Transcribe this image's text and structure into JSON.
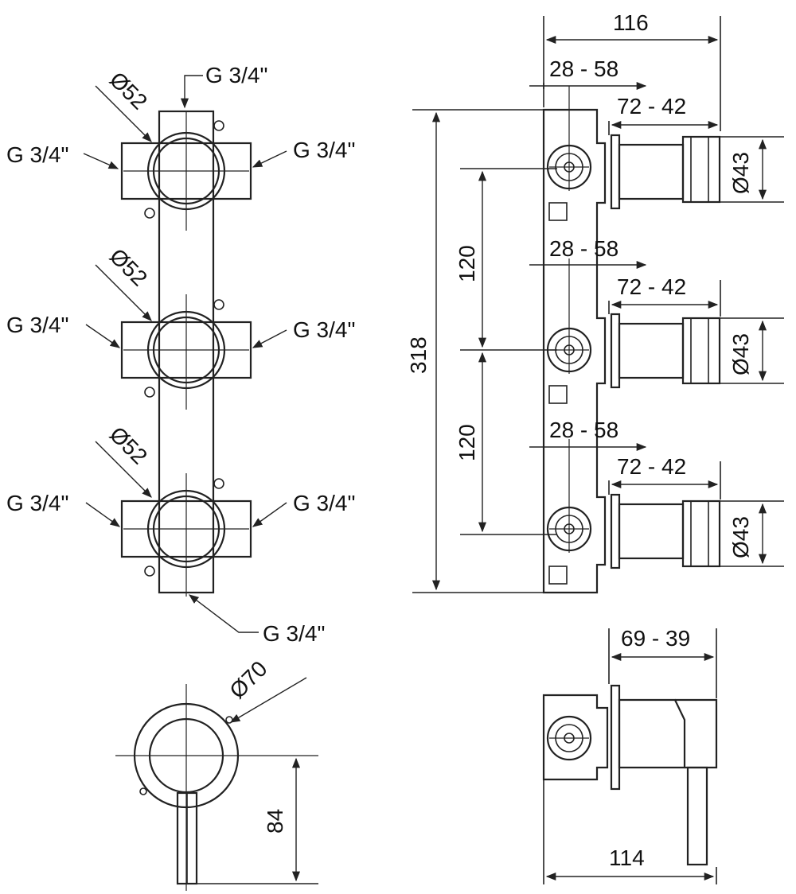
{
  "labels": {
    "thread": "G 3/4\"",
    "dia_52": "Ø52",
    "dia_70": "Ø70",
    "dia_43": "Ø43",
    "width_116": "116",
    "range_28_58": "28 - 58",
    "range_72_42": "72 - 42",
    "height_318": "318",
    "spacing_120": "120",
    "dim_84": "84",
    "range_69_39": "69 - 39",
    "width_114": "114"
  },
  "colors": {
    "line": "#222222",
    "text": "#111111",
    "background": "#ffffff"
  }
}
